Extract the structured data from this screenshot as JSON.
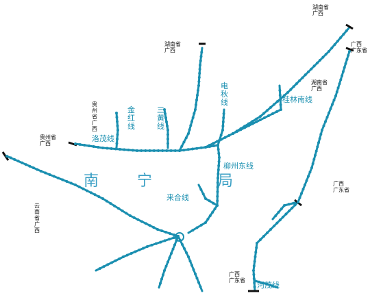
{
  "title": "南宁局",
  "bureau_chars": [
    "南",
    "宁",
    "局"
  ],
  "line_labels": {
    "jinhong": "金红线",
    "luozhan": "洛茂线",
    "sanhuang": "三黄线",
    "dianqiu": "电秋线",
    "guilinnan": "桂林南线",
    "liuzhoudong": "柳州东线",
    "lihe": "来合线",
    "hemao": "河茂线"
  },
  "provinces": {
    "hunan_guangxi_top": "湖南省\n广西",
    "hunan_guangxi_mid": "湖南省\n广西",
    "hunan_guangxi_right": "湖南省\n广西",
    "guizhou_guangxi_1": "贵州省\n广西",
    "guizhou_guangxi_2": "贵州省\n广西",
    "yunnan_guangxi": "云南省\n广西",
    "guangxi_guangdong_1": "广西\n广东省",
    "guangxi_guangdong_2": "广西\n广东省",
    "guangxi_guangdong_left": "广西\n广东省"
  },
  "colors": {
    "line": "#1a8fb0",
    "border": "#111111",
    "title": "#3a9fc4"
  }
}
